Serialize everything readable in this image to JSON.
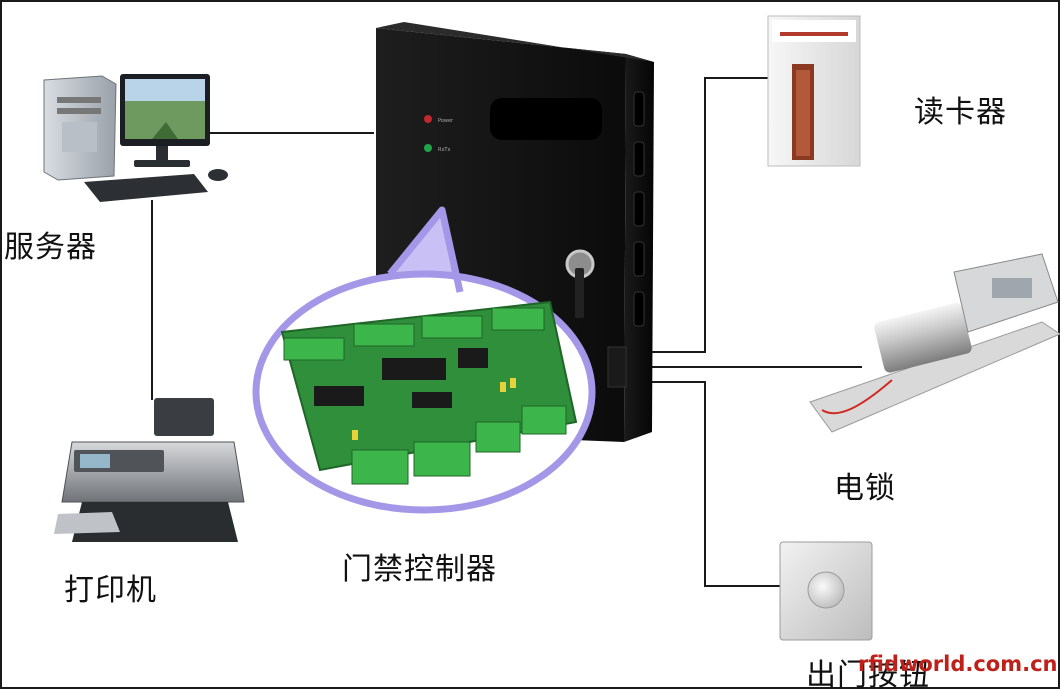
{
  "labels": {
    "server": "服务器",
    "printer": "打印机",
    "controller": "门禁控制器",
    "card_reader": "读卡器",
    "electric_lock": "电锁",
    "exit_button": "出门按钮"
  },
  "watermark": "rfidworld.com.cn",
  "controller_leds": [
    "Power",
    "RxTx"
  ],
  "colors": {
    "line": "#1a1a1a",
    "highlight_ellipse": "#a597e8",
    "pcb": "#2f8f3a",
    "terminal": "#3cb54a",
    "watermark": "#c0201a"
  }
}
